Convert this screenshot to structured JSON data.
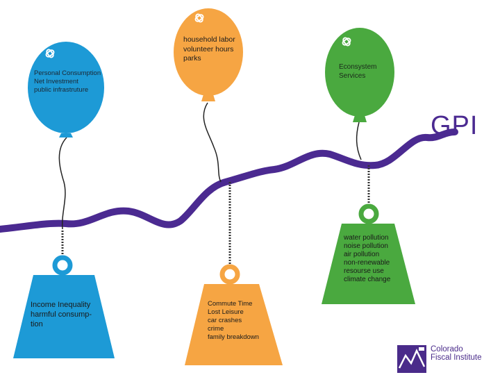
{
  "gpi_label": "GPI",
  "balloons": [
    {
      "lines": [
        "Personal Consumption",
        "Net Investment",
        "public infrastruture"
      ],
      "color": "#1d9ad6"
    },
    {
      "lines": [
        "household labor",
        "volunteer hours",
        "parks"
      ],
      "color": "#f6a543"
    },
    {
      "lines": [
        "Econsystem",
        "Services"
      ],
      "color": "#4aa93f"
    }
  ],
  "weights": [
    {
      "lines": [
        "Income Inequality",
        "harmful consump-",
        "tion"
      ],
      "color": "#1d9ad6"
    },
    {
      "lines": [
        "Commute Time",
        "Lost Leisure",
        "car crashes",
        "crime",
        "family breakdown"
      ],
      "color": "#f6a543"
    },
    {
      "lines": [
        "water pollution",
        "noise pollution",
        "air pollution",
        "non-renewable",
        "resourse use",
        "climate change"
      ],
      "color": "#4aa93f"
    }
  ],
  "brand": {
    "line1": "Colorado",
    "line2": "Fiscal Institute"
  },
  "colors": {
    "line": "#4b2a91",
    "chain": "#333333"
  }
}
